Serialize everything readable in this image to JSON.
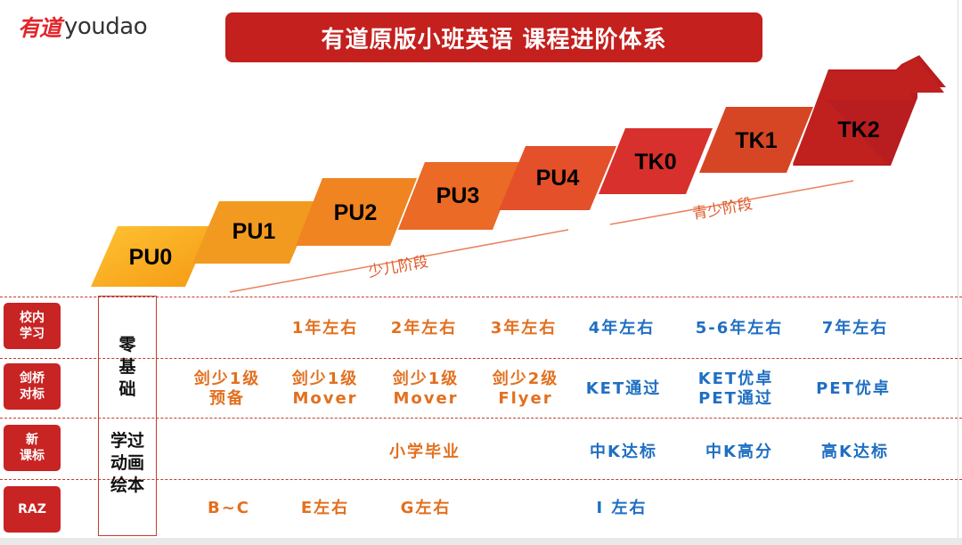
{
  "logo": {
    "cn": "有道",
    "en": "youdao"
  },
  "title": "有道原版小班英语 课程进阶体系",
  "stages": {
    "kids": "少儿阶段",
    "teen": "青少阶段"
  },
  "levels": [
    "PU0",
    "PU1",
    "PU2",
    "PU3",
    "PU4",
    "TK0",
    "TK1",
    "TK2"
  ],
  "level_colors": [
    "#f4a51c",
    "#f29a1f",
    "#ef8a22",
    "#ea6f26",
    "#e4532a",
    "#d8302c",
    "#cf3a2a",
    "#b81d1f"
  ],
  "rows": [
    {
      "tag": "校内\n学习"
    },
    {
      "tag": "剑桥\n对标"
    },
    {
      "tag": "新\n课标"
    },
    {
      "tag": "RAZ"
    }
  ],
  "base_column": {
    "top": "零\n基\n础",
    "bottom": "学过\n动画\n绘本"
  },
  "cells": {
    "school": [
      "1年左右",
      "2年左右",
      "3年左右",
      "4年左右",
      "5-6年左右",
      "7年左右"
    ],
    "cambridge": [
      "剑少1级\n预备",
      "剑少1级\nMover",
      "剑少1级\nMover",
      "剑少2级\nFlyer",
      "KET通过",
      "KET优卓\nPET通过",
      "PET优卓"
    ],
    "curriculum": [
      "小学毕业",
      "中K达标",
      "中K高分",
      "高K达标"
    ],
    "raz": [
      "B~C",
      "E左右",
      "G左右",
      "I 左右"
    ]
  }
}
